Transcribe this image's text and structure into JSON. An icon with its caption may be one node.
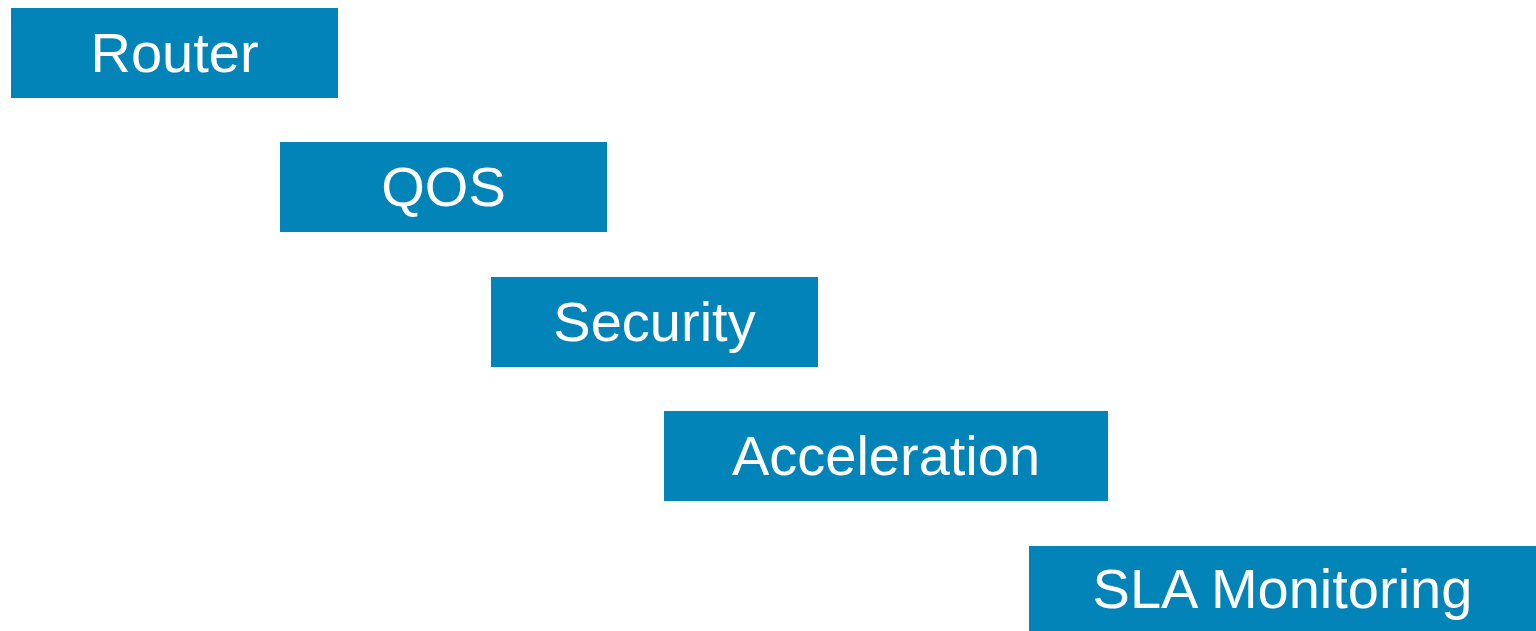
{
  "diagram": {
    "nodes": [
      {
        "text": [
          "Router"
        ]
      },
      {
        "text": [
          "QOS"
        ]
      },
      {
        "text": [
          "Security"
        ]
      },
      {
        "text": [
          "Acceleration"
        ]
      },
      {
        "text": [
          "SLA Monitoring"
        ]
      }
    ]
  }
}
